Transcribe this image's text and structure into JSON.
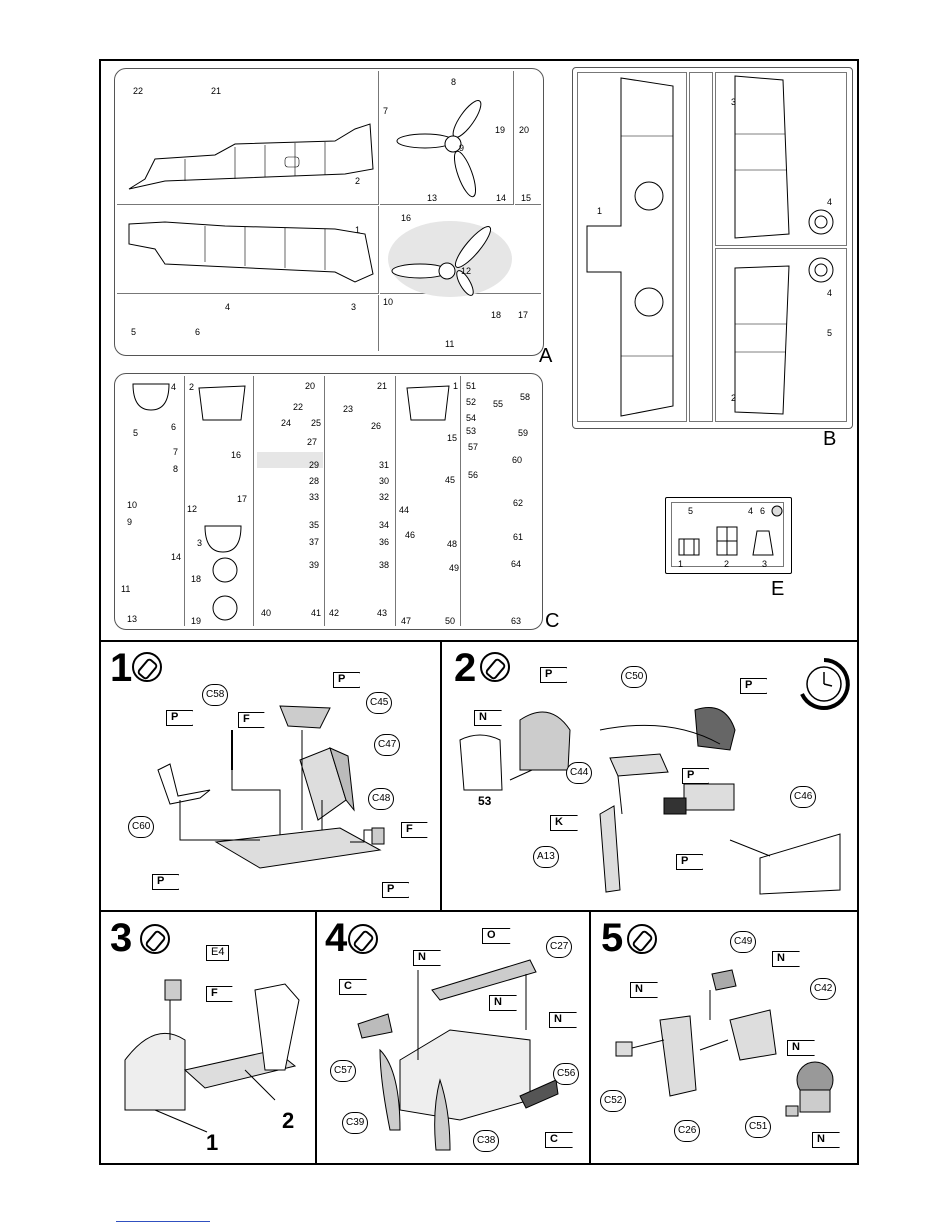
{
  "sheets": {
    "A": {
      "letter": "A",
      "parts": [
        "22",
        "21",
        "8",
        "7",
        "19",
        "20",
        "2",
        "9",
        "13",
        "14",
        "15",
        "16",
        "1",
        "12",
        "4",
        "3",
        "5",
        "6",
        "10",
        "18",
        "17",
        "11"
      ]
    },
    "B": {
      "letter": "B",
      "parts": [
        "3",
        "1",
        "4",
        "4",
        "5",
        "2"
      ]
    },
    "C": {
      "letter": "C",
      "parts": [
        "4",
        "5",
        "6",
        "7",
        "8",
        "10",
        "9",
        "11",
        "14",
        "13",
        "2",
        "16",
        "12",
        "17",
        "3",
        "18",
        "19",
        "20",
        "22",
        "24",
        "25",
        "27",
        "29",
        "28",
        "33",
        "35",
        "37",
        "39",
        "40",
        "41",
        "21",
        "23",
        "26",
        "31",
        "30",
        "32",
        "34",
        "36",
        "38",
        "42",
        "43",
        "1",
        "15",
        "45",
        "44",
        "46",
        "48",
        "49",
        "47",
        "50",
        "51",
        "52",
        "54",
        "53",
        "55",
        "58",
        "59",
        "57",
        "60",
        "56",
        "62",
        "61",
        "64",
        "63"
      ]
    },
    "E": {
      "letter": "E",
      "parts": [
        "5",
        "4",
        "6",
        "1",
        "2",
        "3"
      ]
    }
  },
  "steps": [
    {
      "number": "1",
      "callouts": [
        "C58",
        "C45",
        "C47",
        "C60",
        "C48"
      ],
      "flags": [
        "P",
        "F",
        "P",
        "F",
        "P",
        "P"
      ]
    },
    {
      "number": "2",
      "callouts": [
        "C50",
        "C44",
        "C46",
        "A13"
      ],
      "flags": [
        "P",
        "N",
        "P",
        "P",
        "K",
        "P"
      ],
      "labels": [
        "53"
      ]
    },
    {
      "number": "3",
      "flags": [
        "F"
      ],
      "boxes": [
        "E4"
      ],
      "labels": [
        "1",
        "2"
      ]
    },
    {
      "number": "4",
      "callouts": [
        "C27",
        "C57",
        "C39",
        "C38",
        "C56"
      ],
      "flags": [
        "N",
        "O",
        "C",
        "N",
        "N",
        "C"
      ]
    },
    {
      "number": "5",
      "callouts": [
        "C49",
        "C42",
        "C52",
        "C26",
        "C51"
      ],
      "flags": [
        "N",
        "N",
        "N",
        "N"
      ]
    }
  ]
}
